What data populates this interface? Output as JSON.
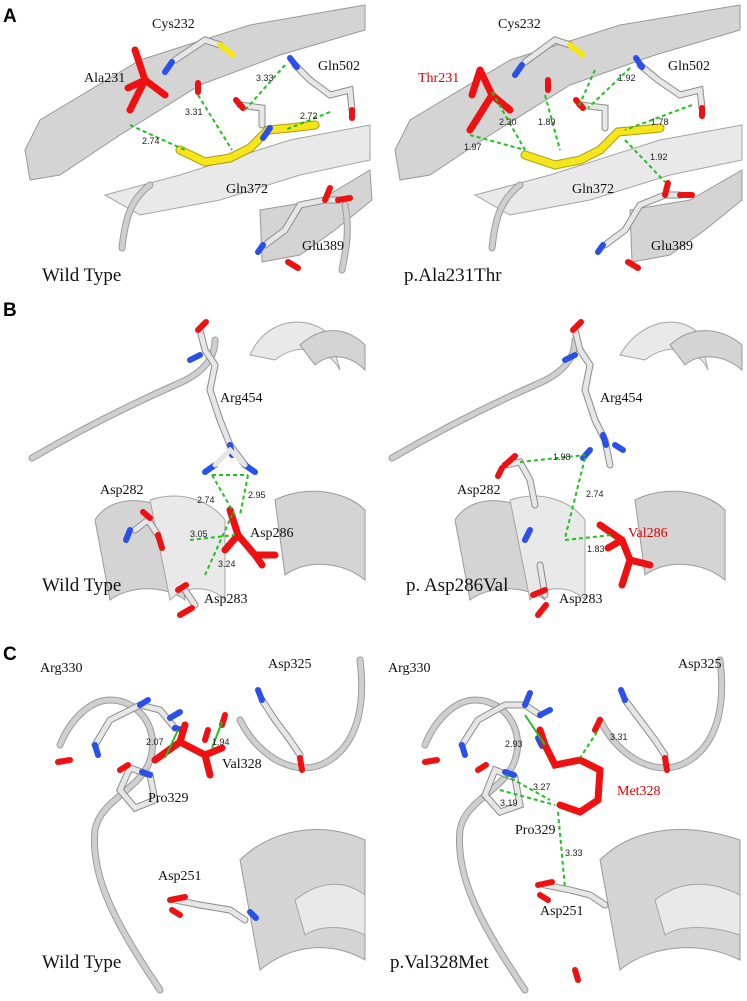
{
  "panels": [
    {
      "letter": "A",
      "left": {
        "caption": "Wild Type",
        "residues": [
          "Cys232",
          "Ala231",
          "Gln502",
          "Gln372",
          "Glu389"
        ],
        "distances": [
          "3.33",
          "3.31",
          "2.72",
          "2.74"
        ]
      },
      "right": {
        "caption": "p.Ala231Thr",
        "mutant": "Thr231",
        "residues": [
          "Cys232",
          "Gln502",
          "Gln372",
          "Glu389"
        ],
        "distances": [
          "1.92",
          "2.30",
          "1.89",
          "1.78",
          "1.97",
          "1.92"
        ]
      }
    },
    {
      "letter": "B",
      "left": {
        "caption": "Wild Type",
        "residues": [
          "Arg454",
          "Asp282",
          "Asp286",
          "Asp283"
        ],
        "distances": [
          "2.74",
          "2.95",
          "3.05",
          "3.24"
        ]
      },
      "right": {
        "caption": "p. Asp286Val",
        "mutant": "Val286",
        "residues": [
          "Arg454",
          "Asp282",
          "Asp283"
        ],
        "distances": [
          "1.98",
          "2.74",
          "1.83"
        ]
      }
    },
    {
      "letter": "C",
      "left": {
        "caption": "Wild Type",
        "residues": [
          "Arg330",
          "Asp325",
          "Val328",
          "Pro329",
          "Asp251"
        ],
        "distances": [
          "2.07",
          "1.94"
        ]
      },
      "right": {
        "caption": "p.Val328Met",
        "mutant": "Met328",
        "residues": [
          "Arg330",
          "Asp325",
          "Pro329",
          "Asp251"
        ],
        "distances": [
          "2.93",
          "3.31",
          "3.27",
          "3.19",
          "3.33"
        ]
      }
    }
  ],
  "colors": {
    "mutant_label": "#e00000",
    "hbond": "#22c022",
    "highlight_residue": "#ee1111",
    "ligand": "#f5e51a",
    "oxygen": "#ee1111",
    "nitrogen": "#2a50e8"
  }
}
